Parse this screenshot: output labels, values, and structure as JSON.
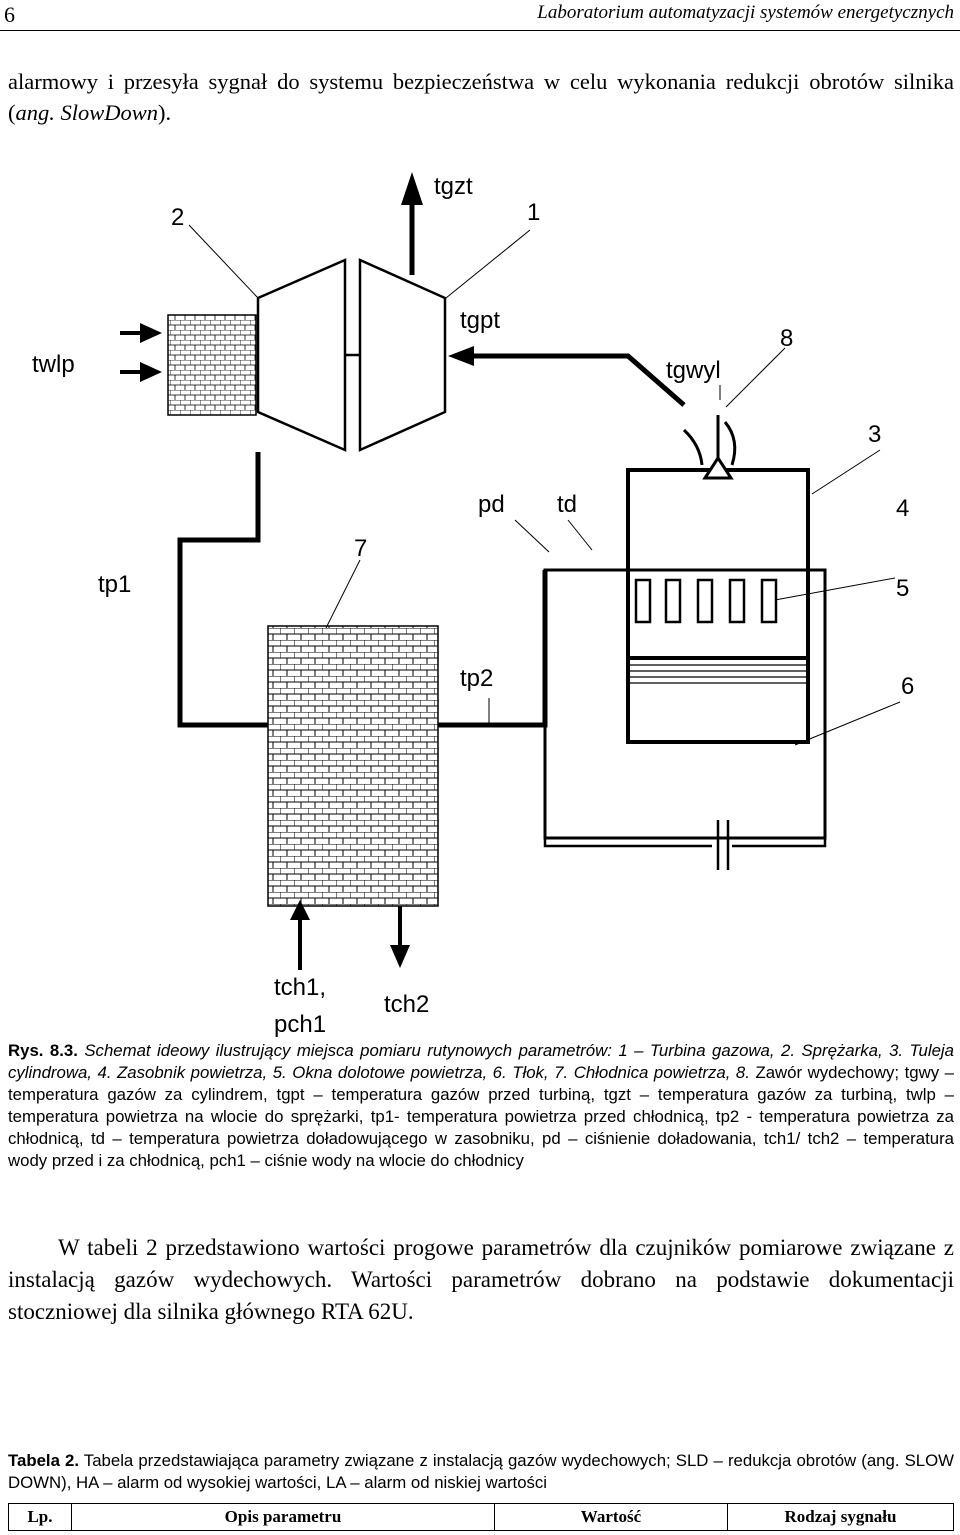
{
  "header": {
    "page_number": "6",
    "title": "Laboratorium automatyzacji systemów energetycznych"
  },
  "intro": {
    "text": "alarmowy i przesyła sygnał do systemu bezpieczeństwa w celu wykonania redukcji obrotów silnika (",
    "italic": "ang. SlowDown",
    "tail": ")."
  },
  "diagram": {
    "labels": {
      "n2": "2",
      "tgzt": "tgzt",
      "n1": "1",
      "twlp": "twlp",
      "tgpt": "tgpt",
      "n8": "8",
      "tgwyl": "tgwyl",
      "n3": "3",
      "pd": "pd",
      "td": "td",
      "n4": "4",
      "n7": "7",
      "tp1": "tp1",
      "n5": "5",
      "tp2": "tp2",
      "n6": "6",
      "tch1": "tch1,",
      "pch1": "pch1",
      "tch2": "tch2"
    }
  },
  "figure_caption": {
    "lead": "Rys. 8.3.",
    "italic_part": " Schemat ideowy ilustrujący miejsca pomiaru rutynowych parametrów: 1 – Turbina gazowa, 2. Sprężarka, 3. Tuleja cylindrowa, 4. Zasobnik powietrza, 5. Okna dolotowe powietrza, 6. Tłok, 7. Chłodnica powietrza, 8.",
    "rest": " Zawór wydechowy; tgwy – temperatura gazów za cylindrem, tgpt – temperatura gazów przed turbiną, tgzt – temperatura gazów za turbiną, twlp – temperatura powietrza na wlocie do sprężarki, tp1- temperatura powietrza przed chłodnicą, tp2 - temperatura powietrza za chłodnicą, td – temperatura powietrza doładowującego w zasobniku, pd – ciśnienie doładowania, tch1/ tch2 – temperatura wody przed i za chłodnicą, pch1 – ciśnie wody na wlocie do chłodnicy"
  },
  "paragraph": "W tabeli 2 przedstawiono wartości progowe parametrów dla czujników pomiarowe związane z instalacją gazów wydechowych. Wartości parametrów dobrano na podstawie dokumentacji stoczniowej dla silnika głównego RTA 62U.",
  "table_caption": {
    "lead": "Tabela 2.",
    "text": " Tabela przedstawiająca parametry związane z instalacją gazów wydechowych; SLD – redukcja obrotów (ang. SLOW DOWN), HA – alarm od wysokiej wartości, LA – alarm od niskiej wartości"
  },
  "table": {
    "headers": [
      "Lp.",
      "Opis parametru",
      "Wartość",
      "Rodzaj sygnału"
    ]
  }
}
